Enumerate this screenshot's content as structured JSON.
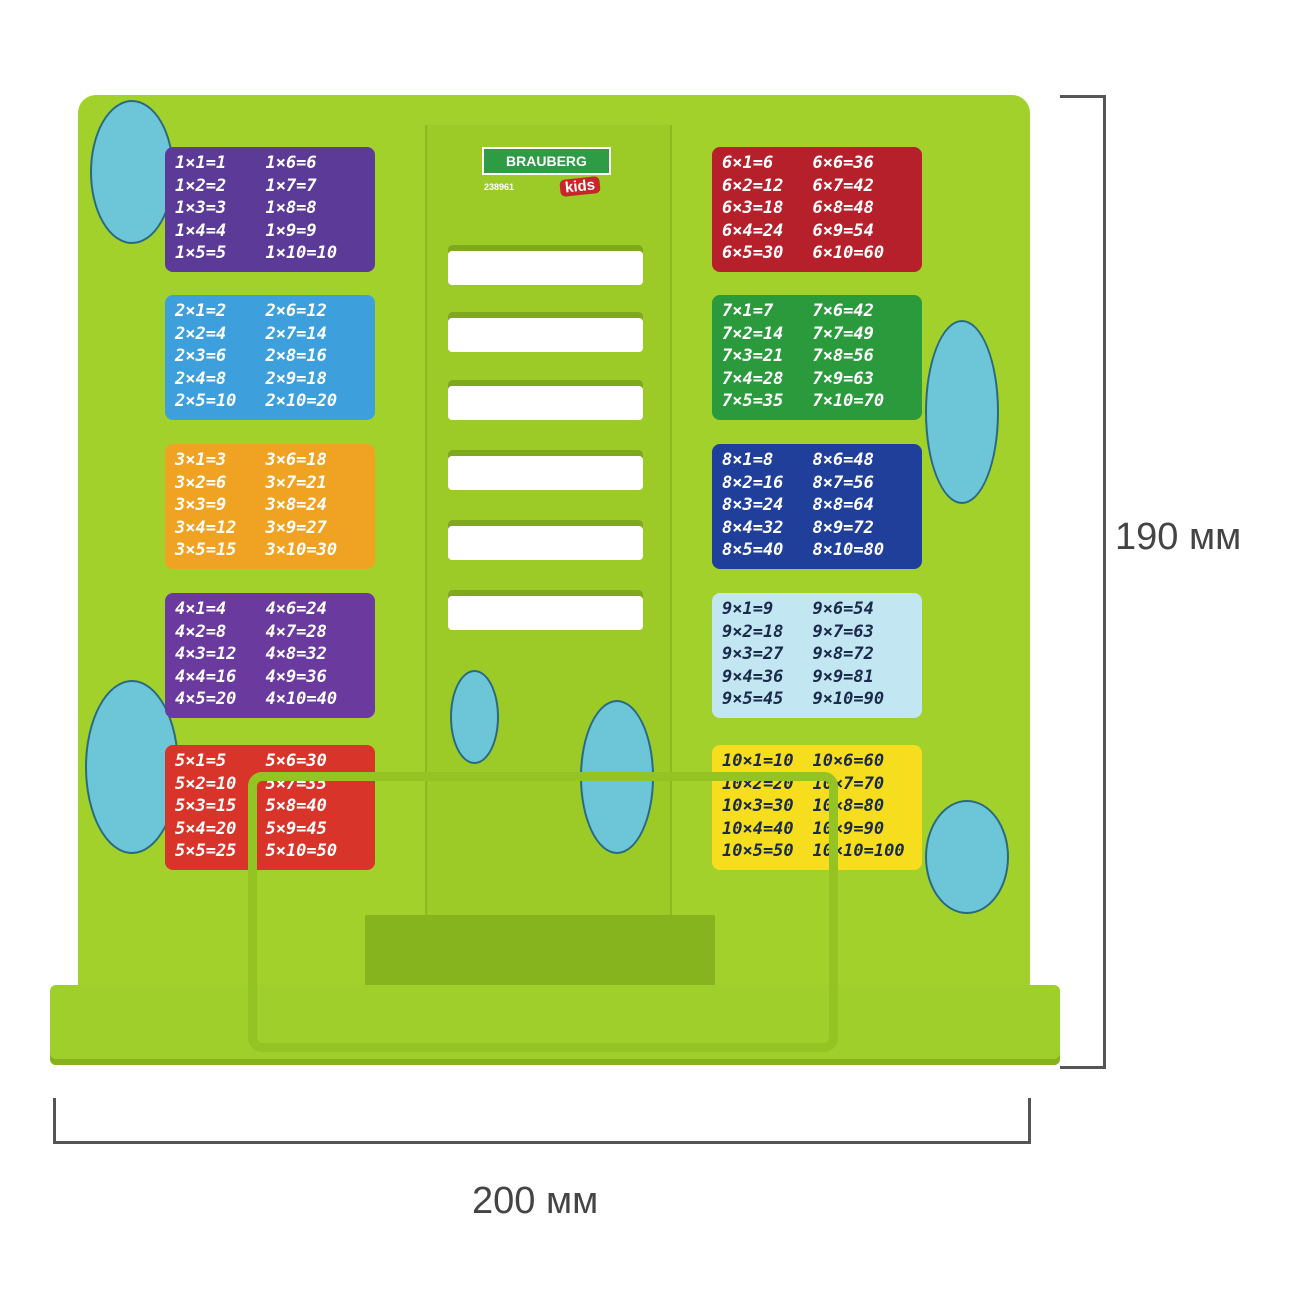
{
  "brand": {
    "name": "BRAUBERG",
    "sub": "kids",
    "code": "238961"
  },
  "dimensions": {
    "height": "190 мм",
    "width": "200 мм"
  },
  "tables": [
    {
      "color": "#5c3a98",
      "text": "#fff",
      "cells": [
        "1×1=1",
        "1×2=2",
        "1×3=3",
        "1×4=4",
        "1×5=5",
        "1×6=6",
        "1×7=7",
        "1×8=8",
        "1×9=9",
        "1×10=10"
      ]
    },
    {
      "color": "#3d9fdc",
      "text": "#fff",
      "cells": [
        "2×1=2",
        "2×2=4",
        "2×3=6",
        "2×4=8",
        "2×5=10",
        "2×6=12",
        "2×7=14",
        "2×8=16",
        "2×9=18",
        "2×10=20"
      ]
    },
    {
      "color": "#f0a322",
      "text": "#fff",
      "cells": [
        "3×1=3",
        "3×2=6",
        "3×3=9",
        "3×4=12",
        "3×5=15",
        "3×6=18",
        "3×7=21",
        "3×8=24",
        "3×9=27",
        "3×10=30"
      ]
    },
    {
      "color": "#6b3a9f",
      "text": "#fff",
      "cells": [
        "4×1=4",
        "4×2=8",
        "4×3=12",
        "4×4=16",
        "4×5=20",
        "4×6=24",
        "4×7=28",
        "4×8=32",
        "4×9=36",
        "4×10=40"
      ]
    },
    {
      "color": "#d8342a",
      "text": "#fff",
      "cells": [
        "5×1=5",
        "5×2=10",
        "5×3=15",
        "5×4=20",
        "5×5=25",
        "5×6=30",
        "5×7=35",
        "5×8=40",
        "5×9=45",
        "5×10=50"
      ]
    },
    {
      "color": "#b5202b",
      "text": "#fff",
      "cells": [
        "6×1=6",
        "6×2=12",
        "6×3=18",
        "6×4=24",
        "6×5=30",
        "6×6=36",
        "6×7=42",
        "6×8=48",
        "6×9=54",
        "6×10=60"
      ]
    },
    {
      "color": "#2b9a3c",
      "text": "#fff",
      "cells": [
        "7×1=7",
        "7×2=14",
        "7×3=21",
        "7×4=28",
        "7×5=35",
        "7×6=42",
        "7×7=49",
        "7×8=56",
        "7×9=63",
        "7×10=70"
      ]
    },
    {
      "color": "#1f3f9b",
      "text": "#fff",
      "cells": [
        "8×1=8",
        "8×2=16",
        "8×3=24",
        "8×4=32",
        "8×5=40",
        "8×6=48",
        "8×7=56",
        "8×8=64",
        "8×9=72",
        "8×10=80"
      ]
    },
    {
      "color": "#c2e6f2",
      "text": "#1a2a4a",
      "cells": [
        "9×1=9",
        "9×2=18",
        "9×3=27",
        "9×4=36",
        "9×5=45",
        "9×6=54",
        "9×7=63",
        "9×8=72",
        "9×9=81",
        "9×10=90"
      ]
    },
    {
      "color": "#f6de1e",
      "text": "#1a2a4a",
      "cells": [
        "10×1=10",
        "10×2=20",
        "10×3=30",
        "10×4=40",
        "10×5=50",
        "10×6=60",
        "10×7=70",
        "10×8=80",
        "10×9=90",
        "10×10=100"
      ]
    }
  ]
}
